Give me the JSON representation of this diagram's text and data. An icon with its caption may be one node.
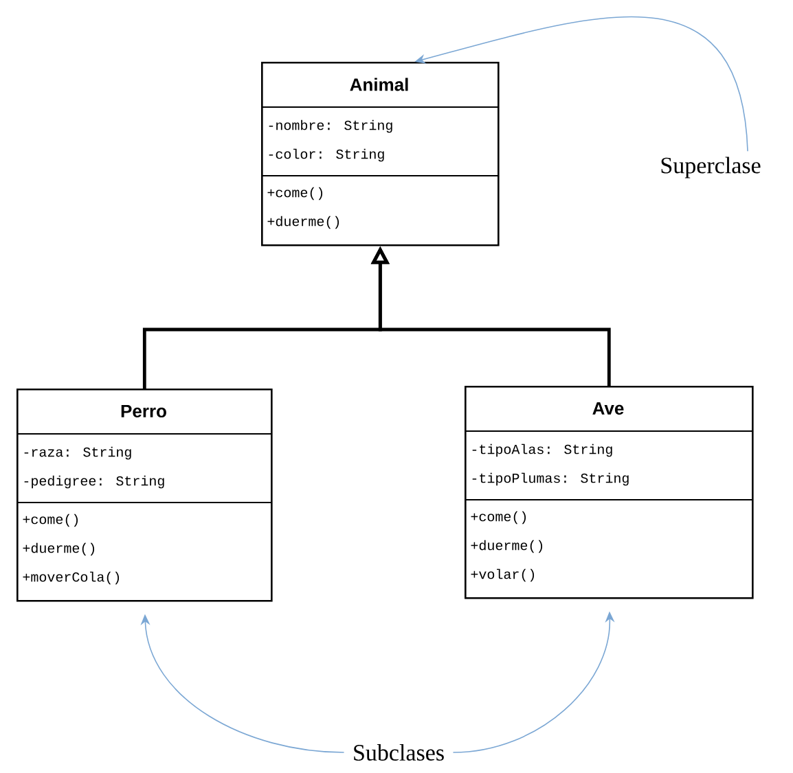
{
  "diagram": {
    "nodes": [
      {
        "text": [
          "Animal",
          "-nombre: String",
          "-color: String",
          "+come()",
          "+duerme()"
        ]
      },
      {
        "text": [
          "Perro",
          "-raza: String",
          "-pedigree: String",
          "+come()",
          "+duerme()",
          "+moverCola()"
        ]
      },
      {
        "text": [
          "Ave",
          "-tipoAlas: String",
          "-tipoPlumas: String",
          "+come()",
          "+duerme()",
          "+volar()"
        ]
      },
      {
        "text": [
          "Superclase"
        ]
      },
      {
        "text": [
          "Subclases"
        ]
      }
    ],
    "edges": [
      {
        "from": 1,
        "to": 0,
        "arrow": "to",
        "style": "thick",
        "color": "#000000"
      },
      {
        "from": 2,
        "to": 0,
        "arrow": "to",
        "style": "thick",
        "color": "#000000"
      },
      {
        "from": 3,
        "to": 0,
        "arrow": "to",
        "color": "#7ba7d4"
      },
      {
        "from": 4,
        "to": 1,
        "arrow": "to",
        "color": "#7ba7d4"
      },
      {
        "from": 4,
        "to": 2,
        "arrow": "to",
        "color": "#7ba7d4"
      }
    ]
  }
}
